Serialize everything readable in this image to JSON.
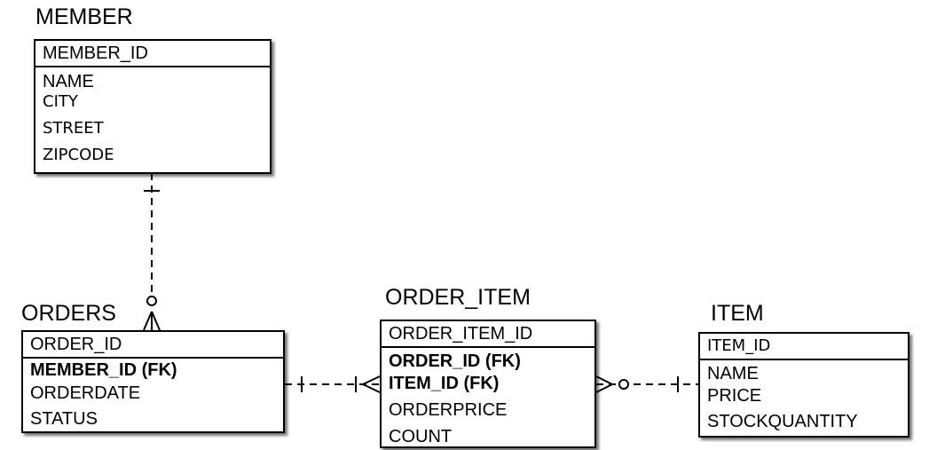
{
  "entities": {
    "member": {
      "title": "MEMBER",
      "pk": "MEMBER_ID",
      "attrs": [
        "NAME",
        "CITY",
        "STREET",
        "ZIPCODE"
      ]
    },
    "orders": {
      "title": "ORDERS",
      "pk": "ORDER_ID",
      "attrs": [
        "MEMBER_ID (FK)",
        "ORDERDATE",
        "STATUS"
      ]
    },
    "order_item": {
      "title": "ORDER_ITEM",
      "pk": "ORDER_ITEM_ID",
      "attrs": [
        "ORDER_ID (FK)",
        "ITEM_ID (FK)",
        "ORDERPRICE",
        "COUNT"
      ]
    },
    "item": {
      "title": "ITEM",
      "pk": "ITEM_ID",
      "attrs": [
        "NAME",
        "PRICE",
        "STOCKQUANTITY"
      ]
    }
  },
  "relationships": [
    {
      "from": "MEMBER",
      "to": "ORDERS",
      "from_cardinality": "exactly-one",
      "to_cardinality": "zero-or-many",
      "line": "dashed"
    },
    {
      "from": "ORDERS",
      "to": "ORDER_ITEM",
      "from_cardinality": "exactly-one",
      "to_cardinality": "one-or-many",
      "line": "dashed"
    },
    {
      "from": "ORDER_ITEM",
      "to": "ITEM",
      "from_cardinality": "zero-or-many",
      "to_cardinality": "exactly-one",
      "line": "dashed"
    }
  ],
  "colors": {
    "line": "#000000",
    "background": "#ffffff"
  }
}
